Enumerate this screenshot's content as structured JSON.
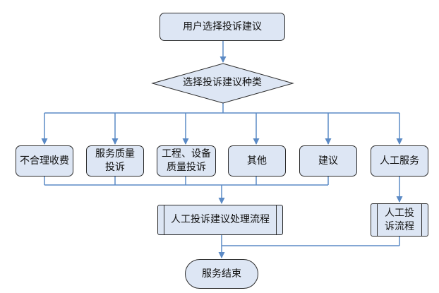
{
  "diagram": {
    "start": "用户选择投诉建议",
    "decision": "选择投诉建议种类",
    "categories": [
      "不合理收费",
      "服务质量\n投诉",
      "工程、设备\n质量投诉",
      "其他",
      "建议",
      "人工服务"
    ],
    "process_main": "人工投诉建议处理流程",
    "process_manual": "人工投\n诉流程",
    "end": "服务结束"
  },
  "colors": {
    "box_fill": "#dde6f4",
    "box_border": "#2b2b2b",
    "line": "#5b8ac5"
  }
}
